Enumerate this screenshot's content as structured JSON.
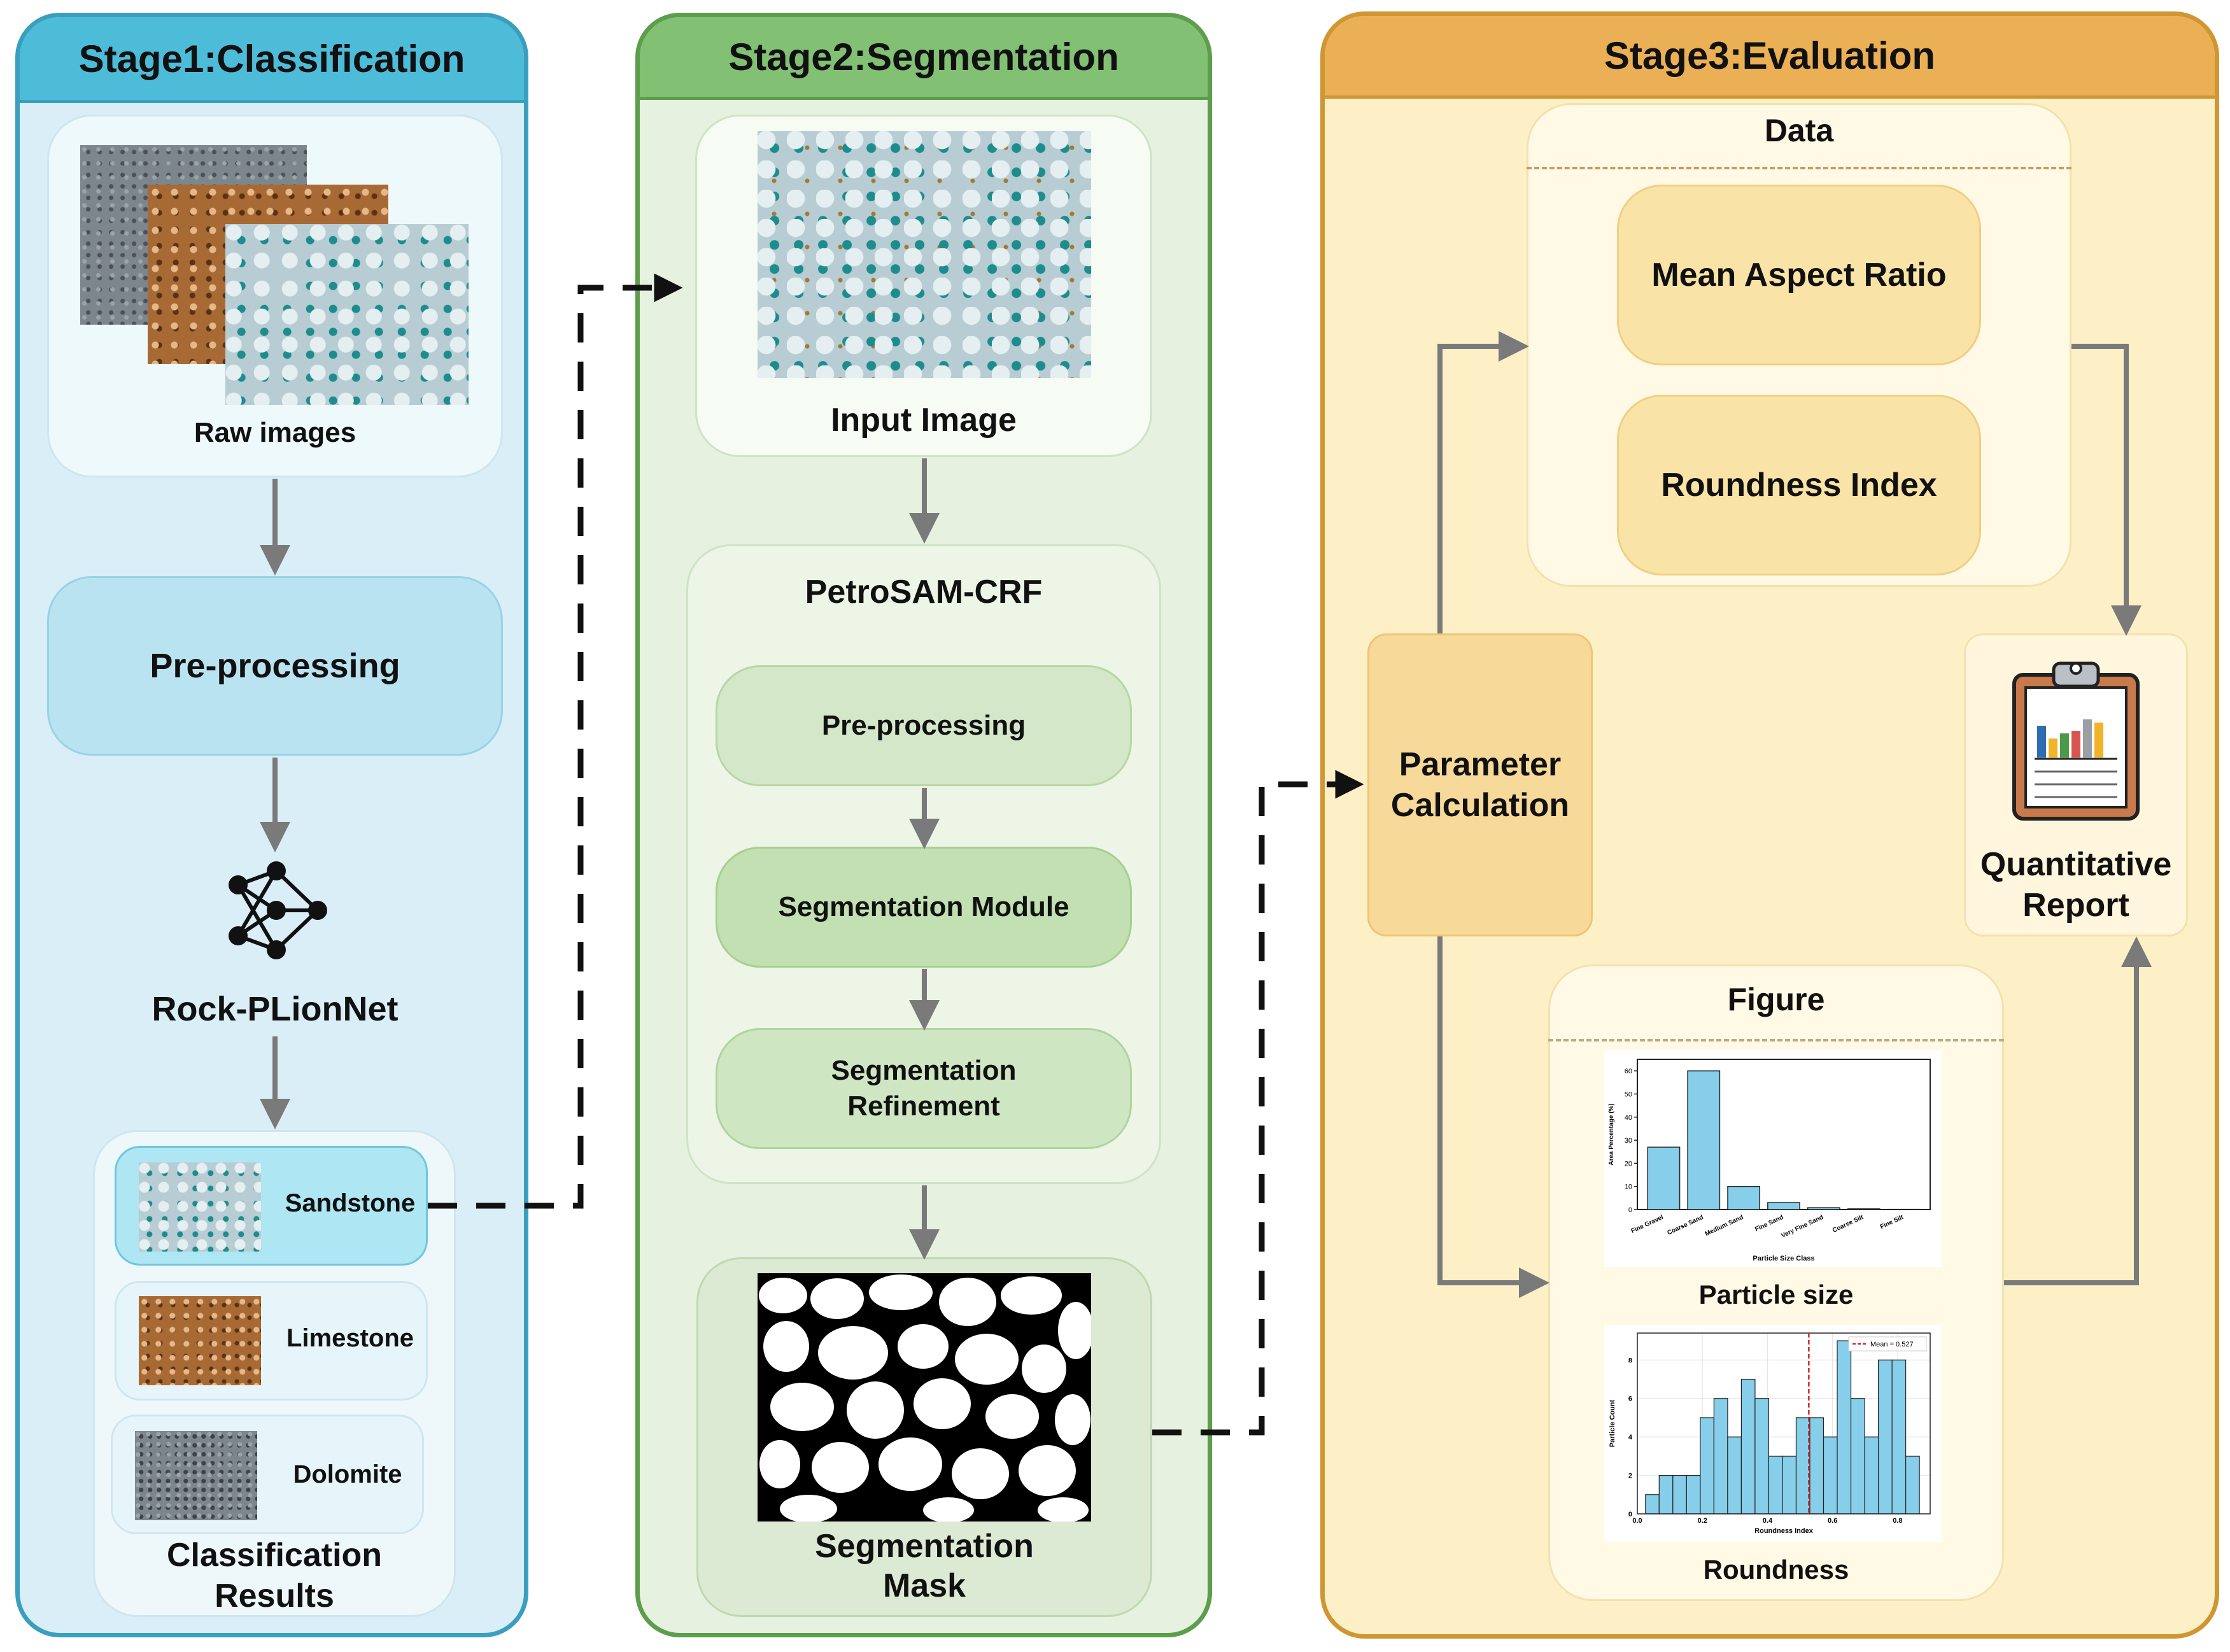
{
  "stage1": {
    "title": "Stage1:Classification",
    "raw_images_label": "Raw images",
    "preprocessing_label": "Pre-processing",
    "network_label": "Rock-PLionNet",
    "results_label_line1": "Classification",
    "results_label_line2": "Results",
    "results": [
      {
        "label": "Sandstone"
      },
      {
        "label": "Limestone"
      },
      {
        "label": "Dolomite"
      }
    ]
  },
  "stage2": {
    "title": "Stage2:Segmentation",
    "input_label": "Input Image",
    "model_label": "PetroSAM-CRF",
    "steps": [
      {
        "label": "Pre-processing"
      },
      {
        "label": "Segmentation Module"
      },
      {
        "label_line1": "Segmentation",
        "label_line2": "Refinement"
      }
    ],
    "mask_label_line1": "Segmentation",
    "mask_label_line2": "Mask"
  },
  "stage3": {
    "title": "Stage3:Evaluation",
    "data_label": "Data",
    "data_items": [
      {
        "label": "Mean Aspect Ratio"
      },
      {
        "label": "Roundness Index"
      }
    ],
    "param_label_line1": "Parameter",
    "param_label_line2": "Calculation",
    "report_label_line1": "Quantitative",
    "report_label_line2": "Report",
    "figure_label": "Figure",
    "particle_size_label": "Particle size",
    "roundness_label": "Roundness"
  },
  "chart_data": [
    {
      "type": "bar",
      "title": "",
      "xlabel": "Particle Size Class",
      "ylabel": "Area Percentage (%)",
      "categories": [
        "Fine Gravel",
        "Coarse Sand",
        "Medium Sand",
        "Fine Sand",
        "Very Fine Sand",
        "Coarse Silt",
        "Fine Silt"
      ],
      "values": [
        27,
        60,
        10,
        3,
        0.8,
        0.3,
        0.1
      ],
      "ylim": [
        0,
        65
      ],
      "yticks": [
        0,
        10,
        20,
        30,
        40,
        50,
        60
      ],
      "grid": false,
      "bar_color": "#87ceeb"
    },
    {
      "type": "bar",
      "title": "",
      "xlabel": "Roundness Index",
      "ylabel": "Particle Count",
      "bin_start": 0.025,
      "bin_width": 0.0421,
      "values": [
        1,
        2,
        2,
        2,
        5,
        6,
        4,
        7,
        6,
        3,
        3,
        5,
        5,
        4,
        9,
        6,
        4,
        8,
        8,
        3
      ],
      "xlim": [
        0.0,
        0.9
      ],
      "ylim": [
        0,
        9.4
      ],
      "xticks": [
        0.0,
        0.2,
        0.4,
        0.6,
        0.8
      ],
      "yticks": [
        0,
        2,
        4,
        6,
        8
      ],
      "mean_line": {
        "value": 0.527,
        "label": "Mean = 0.527",
        "color": "#d62728"
      },
      "legend_position": "top-right",
      "grid": true,
      "bar_color": "#87ceeb"
    }
  ],
  "colors": {
    "stage1_bg": "#d9eef7",
    "stage1_border": "#3a9fbf",
    "stage1_header": "#4dbcd9",
    "stage2_bg": "#e7f1df",
    "stage2_border": "#5c9e4c",
    "stage2_header": "#82c174",
    "stage3_bg": "#fdf0c6",
    "stage3_border": "#cf9633",
    "stage3_header": "#ebb055",
    "arrow_gray": "#7a7a7a",
    "dashed": "#111111"
  }
}
